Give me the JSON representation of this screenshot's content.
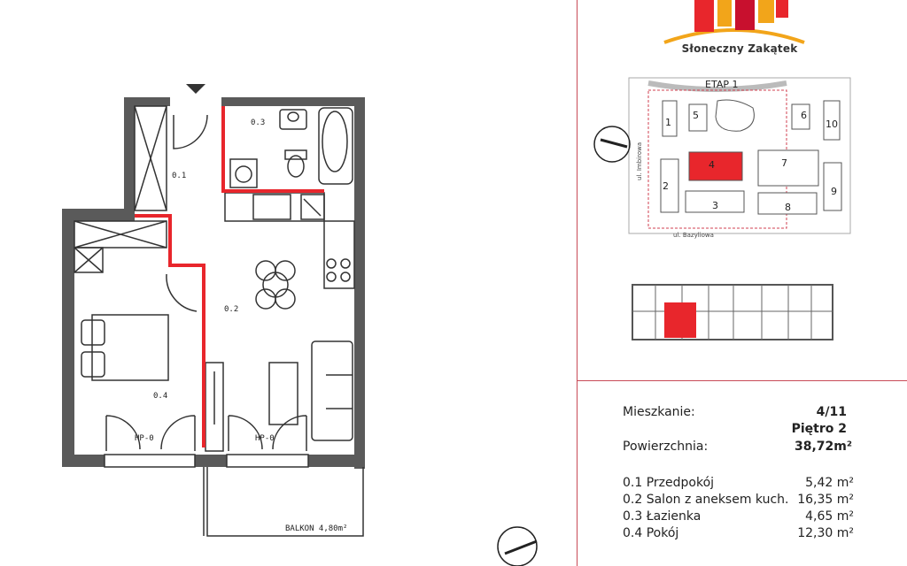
{
  "brand": {
    "name": "Słoneczny Zakątek"
  },
  "site_map": {
    "etap_label": "ETAP 1",
    "street_1": "ul. Imbirowa",
    "street_2": "ul. Bazyliowa",
    "buildings": [
      "1",
      "5",
      "6",
      "10",
      "4",
      "7",
      "2",
      "9",
      "3",
      "8"
    ],
    "highlighted_building": "4"
  },
  "plan": {
    "rooms": {
      "r01": "0.1",
      "r02": "0.2",
      "r03": "0.3",
      "r04": "0.4"
    },
    "hp_left": "HP-0",
    "hp_right": "HP-0",
    "balcony": "BALKON  4,80m²"
  },
  "info": {
    "apartment_label": "Mieszkanie:",
    "apartment_value": "4/11",
    "floor_value": "Piętro 2",
    "area_label": "Powierzchnia:",
    "area_value": "38,72m²",
    "rooms": [
      {
        "name": "0.1 Przedpokój",
        "area": "5,42 m²"
      },
      {
        "name": "0.2 Salon z aneksem kuch.",
        "area": "16,35 m²"
      },
      {
        "name": "0.3 Łazienka",
        "area": "4,65 m²"
      },
      {
        "name": "0.4 Pokój",
        "area": "12,30 m²"
      }
    ]
  },
  "colors": {
    "accent": "#c84b57",
    "highlight": "#e8262c",
    "wall": "#5a5a5a"
  }
}
